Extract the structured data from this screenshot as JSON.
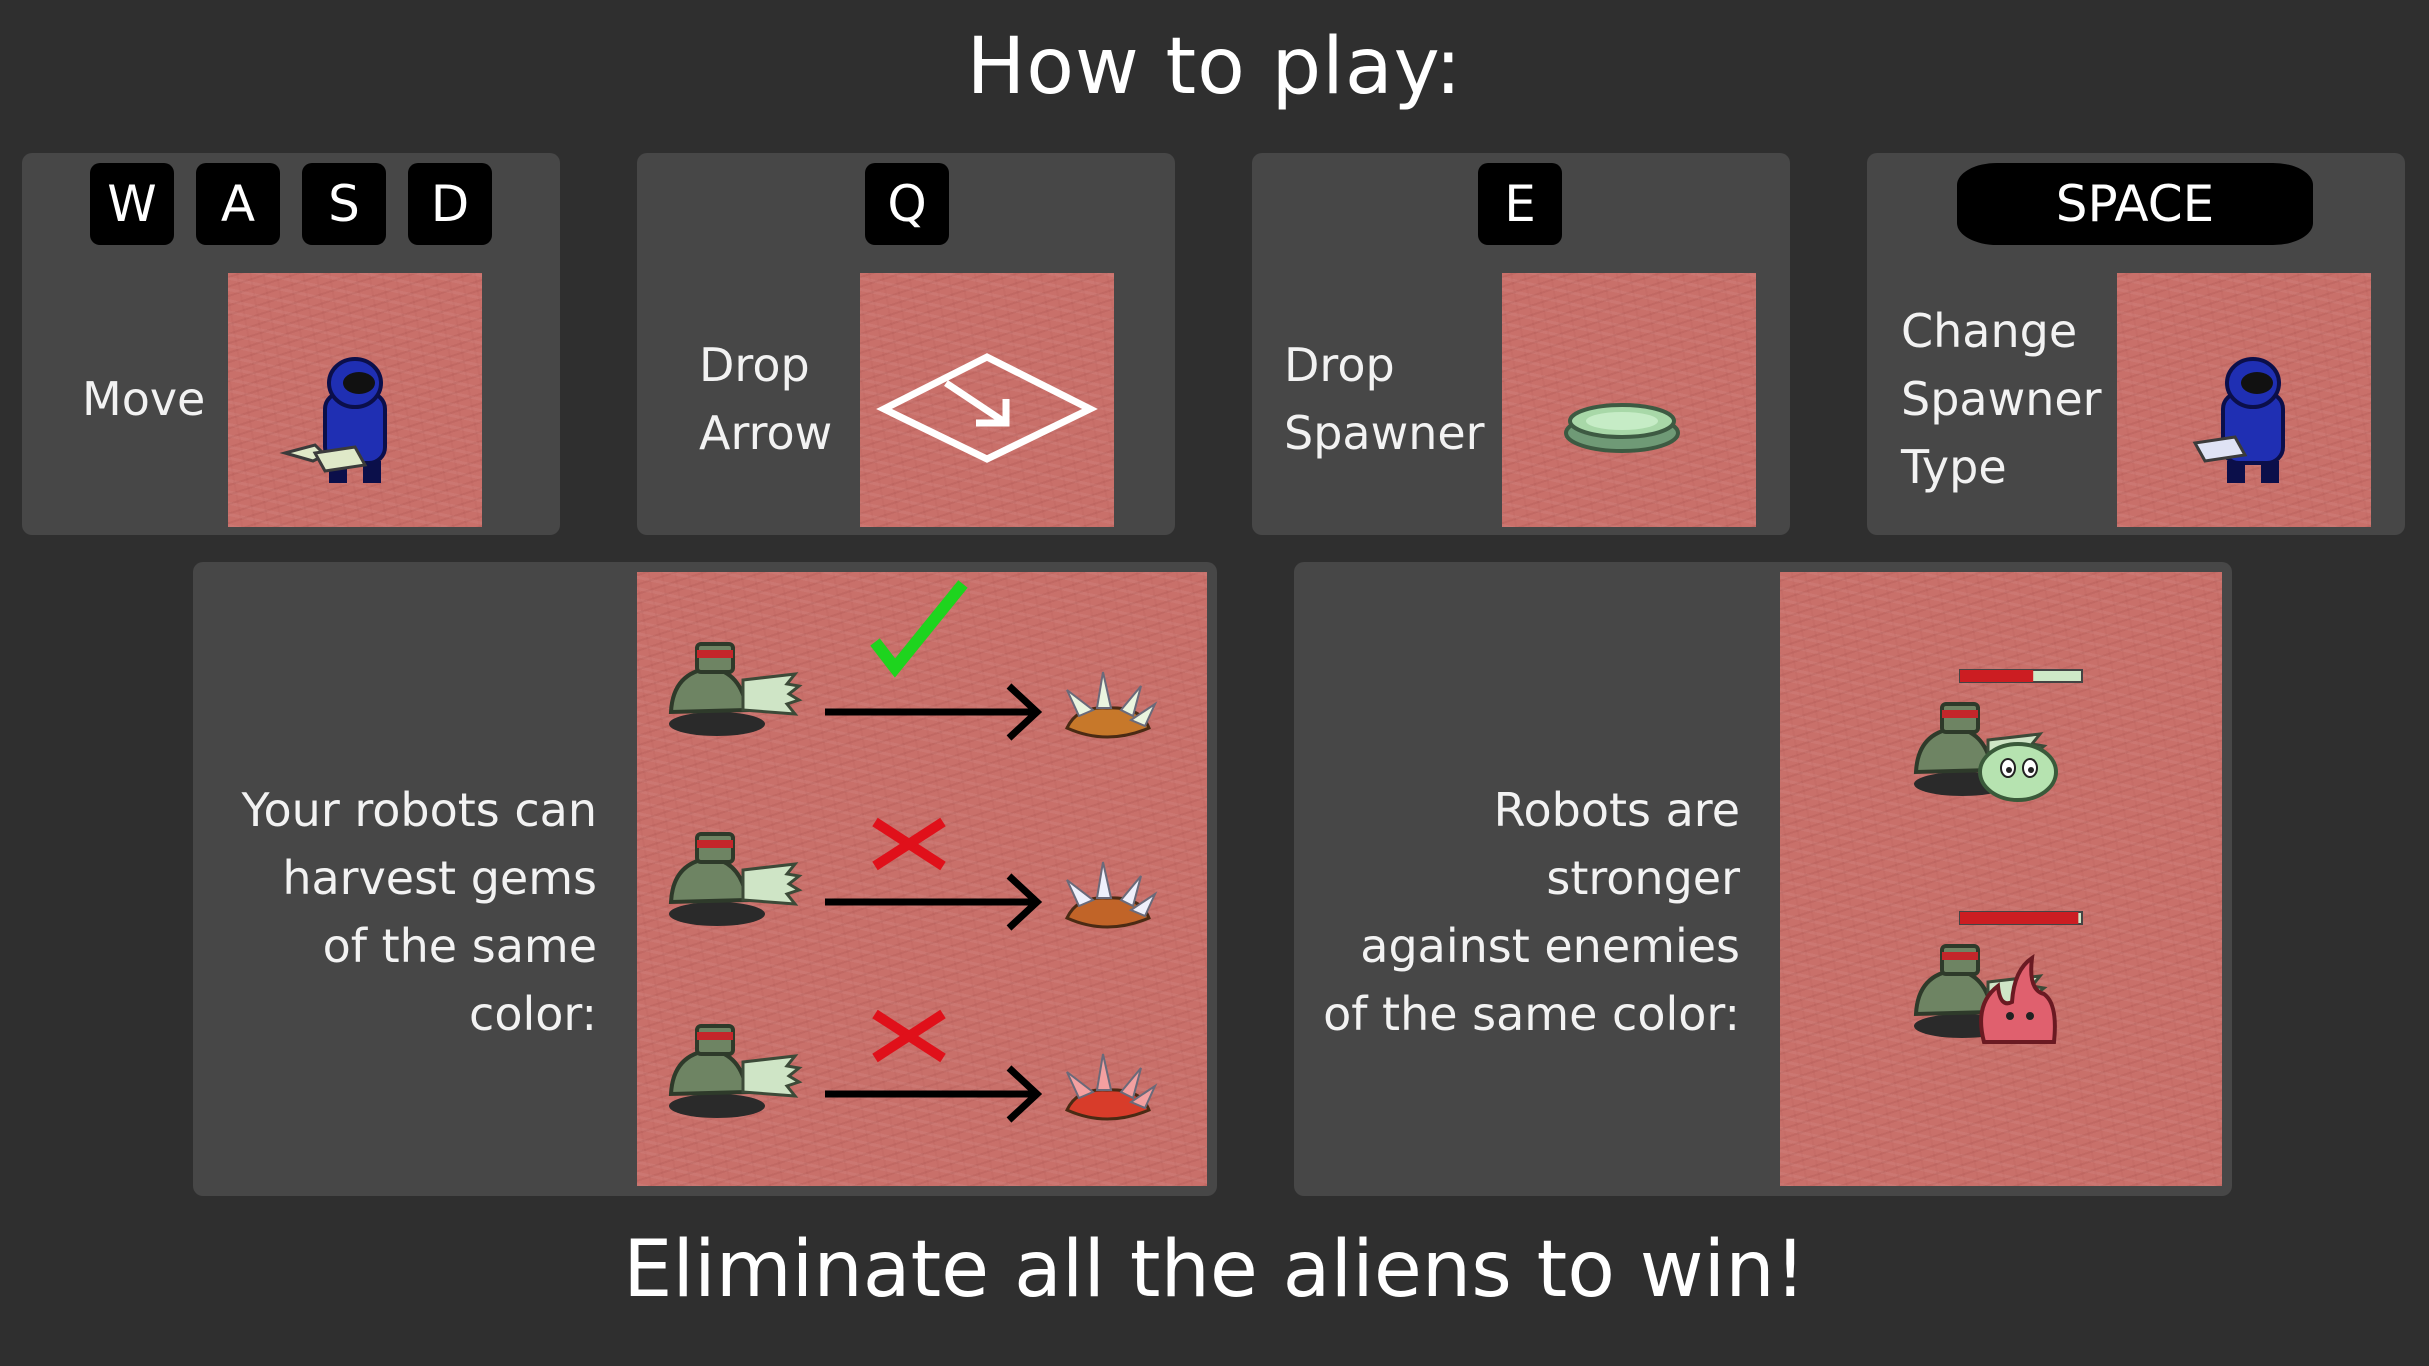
{
  "title": "How to play:",
  "footer": "Eliminate all the aliens to win!",
  "controls": {
    "move": {
      "keys": [
        "W",
        "A",
        "S",
        "D"
      ],
      "label_lines": [
        "Move"
      ]
    },
    "arrow": {
      "key": "Q",
      "label_lines": [
        "Drop",
        "Arrow"
      ]
    },
    "spawner": {
      "key": "E",
      "label_lines": [
        "Drop",
        "Spawner"
      ]
    },
    "change": {
      "key": "SPACE",
      "label_lines": [
        "Change",
        "Spawner",
        "Type"
      ]
    }
  },
  "harvest": {
    "text_lines": [
      "Your robots can",
      "harvest gems",
      "of the same color:"
    ],
    "rows": [
      {
        "gem": "green-gem",
        "result": "check-icon"
      },
      {
        "gem": "white-gem",
        "result": "cross-icon"
      },
      {
        "gem": "red-gem",
        "result": "cross-icon"
      }
    ]
  },
  "strength": {
    "text_lines": [
      "Robots are stronger",
      "against enemies",
      "of the same color:"
    ],
    "rows": [
      {
        "enemy": "green-slime-alien",
        "health_fraction": 0.6
      },
      {
        "enemy": "red-flame-alien",
        "health_fraction": 0.97
      }
    ]
  },
  "colors": {
    "background": "#2f2f2f",
    "panel": "#474747",
    "ground": "#c9706a",
    "check": "#1ed41e",
    "cross": "#e0101a",
    "health_fill": "#cc1d22",
    "health_empty": "#cfe9c7"
  }
}
